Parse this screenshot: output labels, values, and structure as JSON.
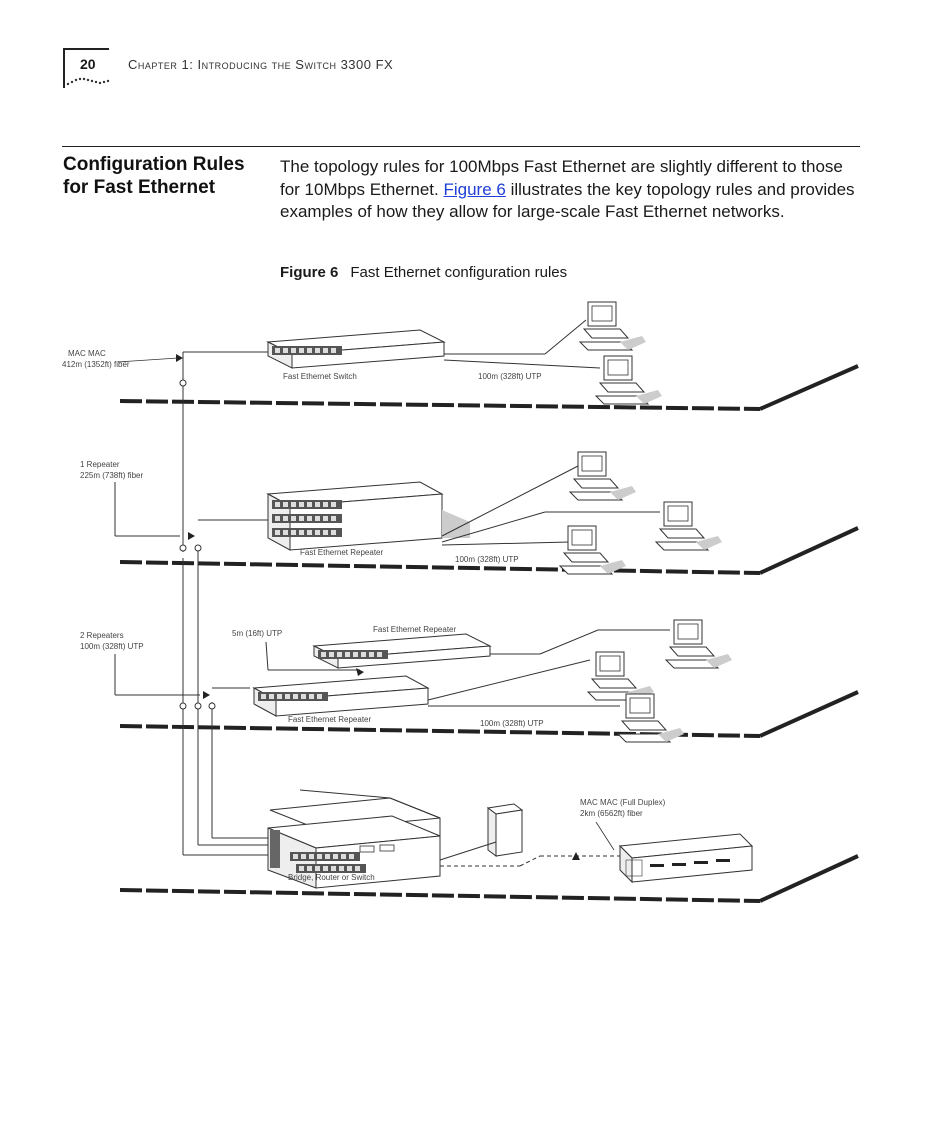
{
  "header": {
    "page_number": "20",
    "chapter_title": "Chapter 1: Introducing the Switch 3300 FX"
  },
  "section": {
    "heading_line1": "Configuration Rules",
    "heading_line2": "for Fast Ethernet",
    "body_before_link": "The topology rules for 100Mbps Fast Ethernet are slightly different to those for 10Mbps Ethernet. ",
    "body_link": "Figure 6",
    "body_after_link": " illustrates the key topology rules and provides examples of how they allow for large-scale Fast Ethernet networks."
  },
  "figure": {
    "label": "Figure 6",
    "caption": "Fast Ethernet configuration rules",
    "level1": {
      "left_label_1": "MAC   MAC",
      "left_label_2": "412m (1352ft) fiber",
      "device_label": "Fast Ethernet Switch",
      "link_label": "100m (328ft) UTP"
    },
    "level2": {
      "left_label_1": "1 Repeater",
      "left_label_2": "225m (738ft) fiber",
      "device_label": "Fast Ethernet Repeater",
      "link_label": "100m (328ft) UTP"
    },
    "level3": {
      "left_label_1": "2 Repeaters",
      "left_label_2": "100m (328ft) UTP",
      "short_link_label": "5m (16ft) UTP",
      "upper_device_label": "Fast Ethernet Repeater",
      "lower_device_label": "Fast Ethernet Repeater",
      "link_label": "100m (328ft) UTP"
    },
    "level4": {
      "mac_label_1": "MAC   MAC (Full Duplex)",
      "mac_label_2": "2km (6562ft) fiber",
      "device_label": "Bridge, Router or Switch"
    }
  }
}
